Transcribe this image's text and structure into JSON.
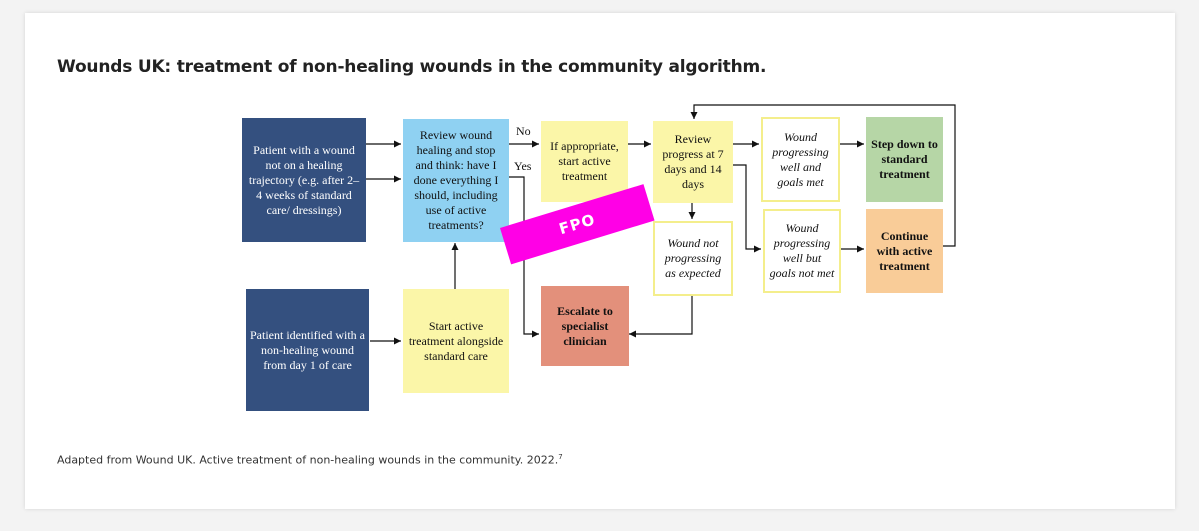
{
  "title": "Wounds UK:  treatment of non-healing wounds in the community algorithm.",
  "caption": "Adapted from Wound UK. Active treatment of non-healing wounds in the community. 2022.",
  "caption_ref": "7",
  "boxes": {
    "patient_wound": "Patient with a wound not on a healing trajectory (e.g. after 2–4 weeks of standard care/ dressings)",
    "review_wound": "Review wound healing and stop and think: have I done everything I should, including use of active treatments?",
    "if_appropriate": "If appropriate, start active treatment",
    "review_progress": "Review progress at 7 days and 14 days",
    "progressing_goals_met": "Wound progressing well and goals met",
    "step_down": "Step down to standard treatment",
    "progressing_goals_not_met": "Wound progressing well but goals not met",
    "continue_active": "Continue with active treatment",
    "not_progressing": "Wound not progressing as expected",
    "escalate": "Escalate to specialist clinician",
    "patient_identified": "Patient identified with a non-healing wound from day 1 of care",
    "start_active": "Start active treatment alongside standard care"
  },
  "labels": {
    "no": "No",
    "yes": "Yes"
  },
  "stamp": "FPO"
}
